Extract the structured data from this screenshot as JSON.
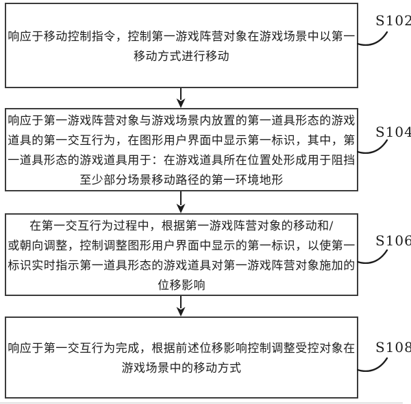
{
  "figure": {
    "type": "flowchart",
    "background_color": "#ffffff",
    "line_color": "#1c1c1c",
    "box_border_color": "#3a3a3a",
    "steps": [
      {
        "label": "S102",
        "lines": [
          "响应于移动控制指令，控制第一游戏阵营对象在游戏场景中以第一",
          "移动方式进行移动"
        ]
      },
      {
        "label": "S104",
        "lines": [
          "响应于第一游戏阵营对象与游戏场景内放置的第一道具形态的游戏",
          "道具的第一交互行为，在图形用户界面中显示第一标识，其中，第",
          "一道具形态的游戏道具用于：在游戏道具所在位置处形成用于阻挡",
          "至少部分场景移动路径的第一环境地形"
        ]
      },
      {
        "label": "S106",
        "lines": [
          "在第一交互行为过程中，根据第一游戏阵营对象的移动和/",
          "或朝向调整，控制调整图形用户界面中显示的第一标识，以使第一",
          "标识实时指示第一道具形态的游戏道具对第一游戏阵营对象施加的",
          "位移影响"
        ]
      },
      {
        "label": "S108",
        "lines": [
          "响应于第一交互行为完成，根据前述位移影响控制调整受控对象在",
          "游戏场景中的移动方式"
        ]
      }
    ]
  }
}
